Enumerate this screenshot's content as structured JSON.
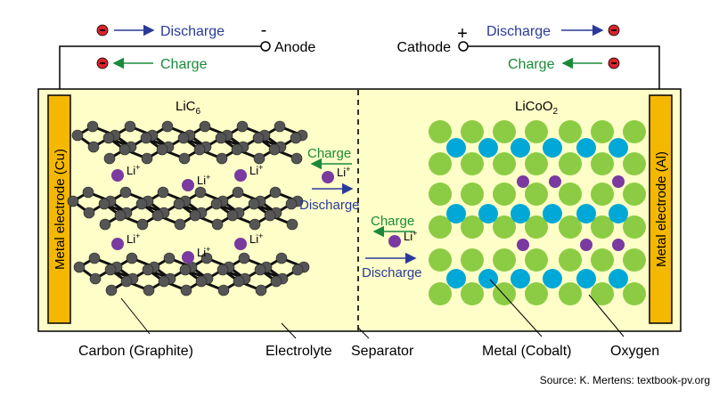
{
  "top": {
    "anode_sign": "-",
    "anode_label": "Anode",
    "cathode_sign": "+",
    "cathode_label": "Cathode",
    "discharge_label": "Discharge",
    "charge_label": "Charge"
  },
  "cell": {
    "left_electrode": "Metal electrode (Cu)",
    "right_electrode": "Metal electrode (Al)",
    "anode_material": "LiC",
    "anode_material_sub": "6",
    "cathode_material": "LiCoO",
    "cathode_material_sub": "2",
    "ion_label": "Li",
    "ion_charge": "+",
    "middle_charge": "Charge",
    "middle_discharge": "Discharge"
  },
  "bottom_labels": {
    "carbon": "Carbon (Graphite)",
    "electrolyte": "Electrolyte",
    "separator": "Separator",
    "metal": "Metal (Cobalt)",
    "oxygen": "Oxygen"
  },
  "source": "Source: K. Mertens: textbook-pv.org",
  "colors": {
    "cell_fill": "#fefec8",
    "electrode": "#f5b800",
    "graphite": "#555555",
    "ion": "#7a3aa0",
    "oxygen": "#8ccc44",
    "cobalt": "#00a8d8",
    "discharge_arrow": "#2a3a9a",
    "charge_arrow": "#1a8a3a",
    "electron": "#d8232a"
  }
}
